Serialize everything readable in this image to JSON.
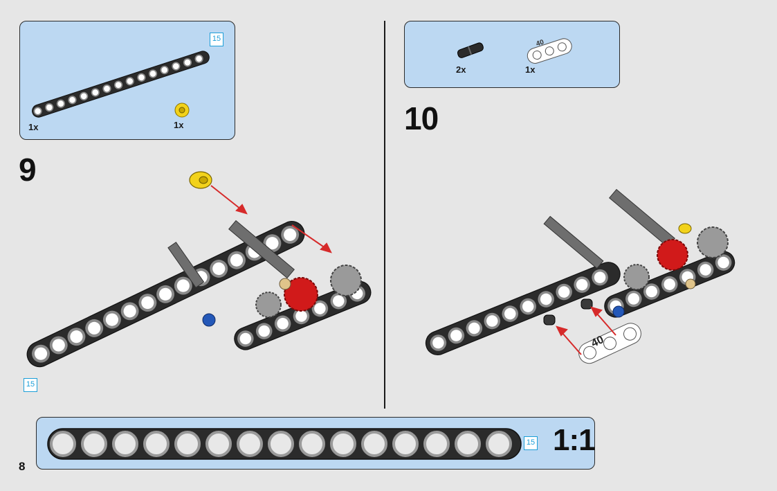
{
  "page_number": "8",
  "step9": {
    "number": "9",
    "parts": [
      {
        "name": "beam-15",
        "qty": "1x",
        "length_badge": "15"
      },
      {
        "name": "bush-yellow",
        "qty": "1x"
      }
    ],
    "assembly_badge": "15"
  },
  "step10": {
    "number": "10",
    "parts": [
      {
        "name": "pin-black",
        "qty": "2x"
      },
      {
        "name": "beam-3-white",
        "qty": "1x",
        "marking": "40"
      }
    ],
    "assembly_marking": "40"
  },
  "scale_bar": {
    "length_badge": "15",
    "scale_label": "1:1",
    "hole_count": 15
  },
  "colors": {
    "background": "#e6e6e6",
    "callout_fill": "#bcd8f2",
    "badge_blue": "#1b9ed8",
    "beam_black": "#2b2b2b",
    "gear_red": "#d11a1a",
    "bush_yellow": "#f2d21b",
    "arrow_red": "#d62a2a"
  }
}
